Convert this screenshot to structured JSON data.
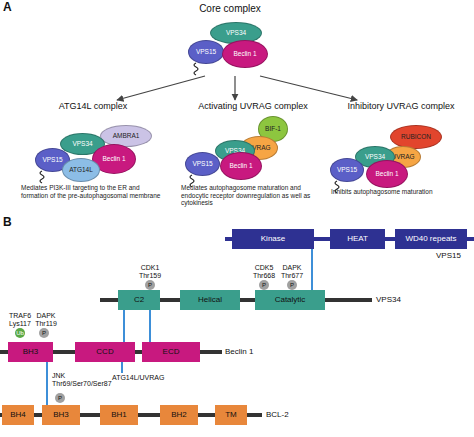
{
  "diagram": {
    "nodes": [
      {
        "text": [
          "Core complex"
        ]
      },
      {
        "text": [
          "VPS34"
        ],
        "in": 0
      },
      {
        "text": [
          "VPS15"
        ],
        "in": 0
      },
      {
        "text": [
          "Beclin 1"
        ],
        "in": 0
      },
      {
        "text": [
          "ATG14L complex",
          "Mediates PI3K-III targeting to the ER and formation of the pre-autophagosomal membrane"
        ]
      },
      {
        "text": [
          "AMBRA1"
        ],
        "in": 4
      },
      {
        "text": [
          "VPS34"
        ],
        "in": 4
      },
      {
        "text": [
          "VPS15"
        ],
        "in": 4
      },
      {
        "text": [
          "Beclin 1"
        ],
        "in": 4
      },
      {
        "text": [
          "ATG14L"
        ],
        "in": 4
      },
      {
        "text": [
          "Activating UVRAG complex",
          "Mediates autophagosome maturation and endocytic receptor downregulation as well as cytokinesis"
        ]
      },
      {
        "text": [
          "BIF-1"
        ],
        "in": 10
      },
      {
        "text": [
          "UVRAG"
        ],
        "in": 10
      },
      {
        "text": [
          "VPS34"
        ],
        "in": 10
      },
      {
        "text": [
          "VPS15"
        ],
        "in": 10
      },
      {
        "text": [
          "Beclin 1"
        ],
        "in": 10
      },
      {
        "text": [
          "Inhibitory UVRAG complex",
          "Inhibits autophagosome maturation"
        ]
      },
      {
        "text": [
          "RUBICON"
        ],
        "in": 16
      },
      {
        "text": [
          "UVRAG"
        ],
        "in": 16
      },
      {
        "text": [
          "VPS34"
        ],
        "in": 16
      },
      {
        "text": [
          "VPS15"
        ],
        "in": 16
      },
      {
        "text": [
          "Beclin 1"
        ],
        "in": 16
      },
      {
        "text": [
          "Kinase"
        ]
      },
      {
        "text": [
          "HEAT"
        ]
      },
      {
        "text": [
          "WD40 repeats"
        ]
      },
      {
        "text": [
          "P"
        ]
      },
      {
        "text": [
          "P"
        ]
      },
      {
        "text": [
          "P"
        ]
      },
      {
        "text": [
          "C2"
        ]
      },
      {
        "text": [
          "Helical"
        ]
      },
      {
        "text": [
          "Catalytic"
        ]
      },
      {
        "text": [
          "Ub"
        ]
      },
      {
        "text": [
          "P"
        ]
      },
      {
        "text": [
          "BH3"
        ]
      },
      {
        "text": [
          "CCD"
        ]
      },
      {
        "text": [
          "ECD"
        ]
      },
      {
        "text": [
          "P"
        ]
      },
      {
        "text": [
          "BH4"
        ]
      },
      {
        "text": [
          "BH3"
        ]
      },
      {
        "text": [
          "BH1"
        ]
      },
      {
        "text": [
          "BH2"
        ]
      },
      {
        "text": [
          "TM"
        ]
      }
    ],
    "edges": [
      {
        "from": 0,
        "to": 4,
        "arrow": "to"
      },
      {
        "from": 0,
        "to": 10,
        "arrow": "to"
      },
      {
        "from": 0,
        "to": 16,
        "arrow": "to"
      },
      {
        "from": 30,
        "to": 22,
        "arrow": "none"
      },
      {
        "from": 28,
        "to": 34,
        "arrow": "none"
      },
      {
        "from": 28,
        "to": 35,
        "arrow": "none"
      },
      {
        "from": 33,
        "to": 38,
        "arrow": "none"
      }
    ],
    "labels": [
      "A",
      "B",
      "VPS15",
      "VPS34",
      "Beclin 1",
      "BCL-2",
      "CDK1 Thr159",
      "CDK5 Thr668",
      "DAPK Thr677",
      "TRAF6 Lys117",
      "DAPK Thr119",
      "ATG14L/UVRAG",
      "JNK Thr69/Ser70/Ser87"
    ]
  }
}
